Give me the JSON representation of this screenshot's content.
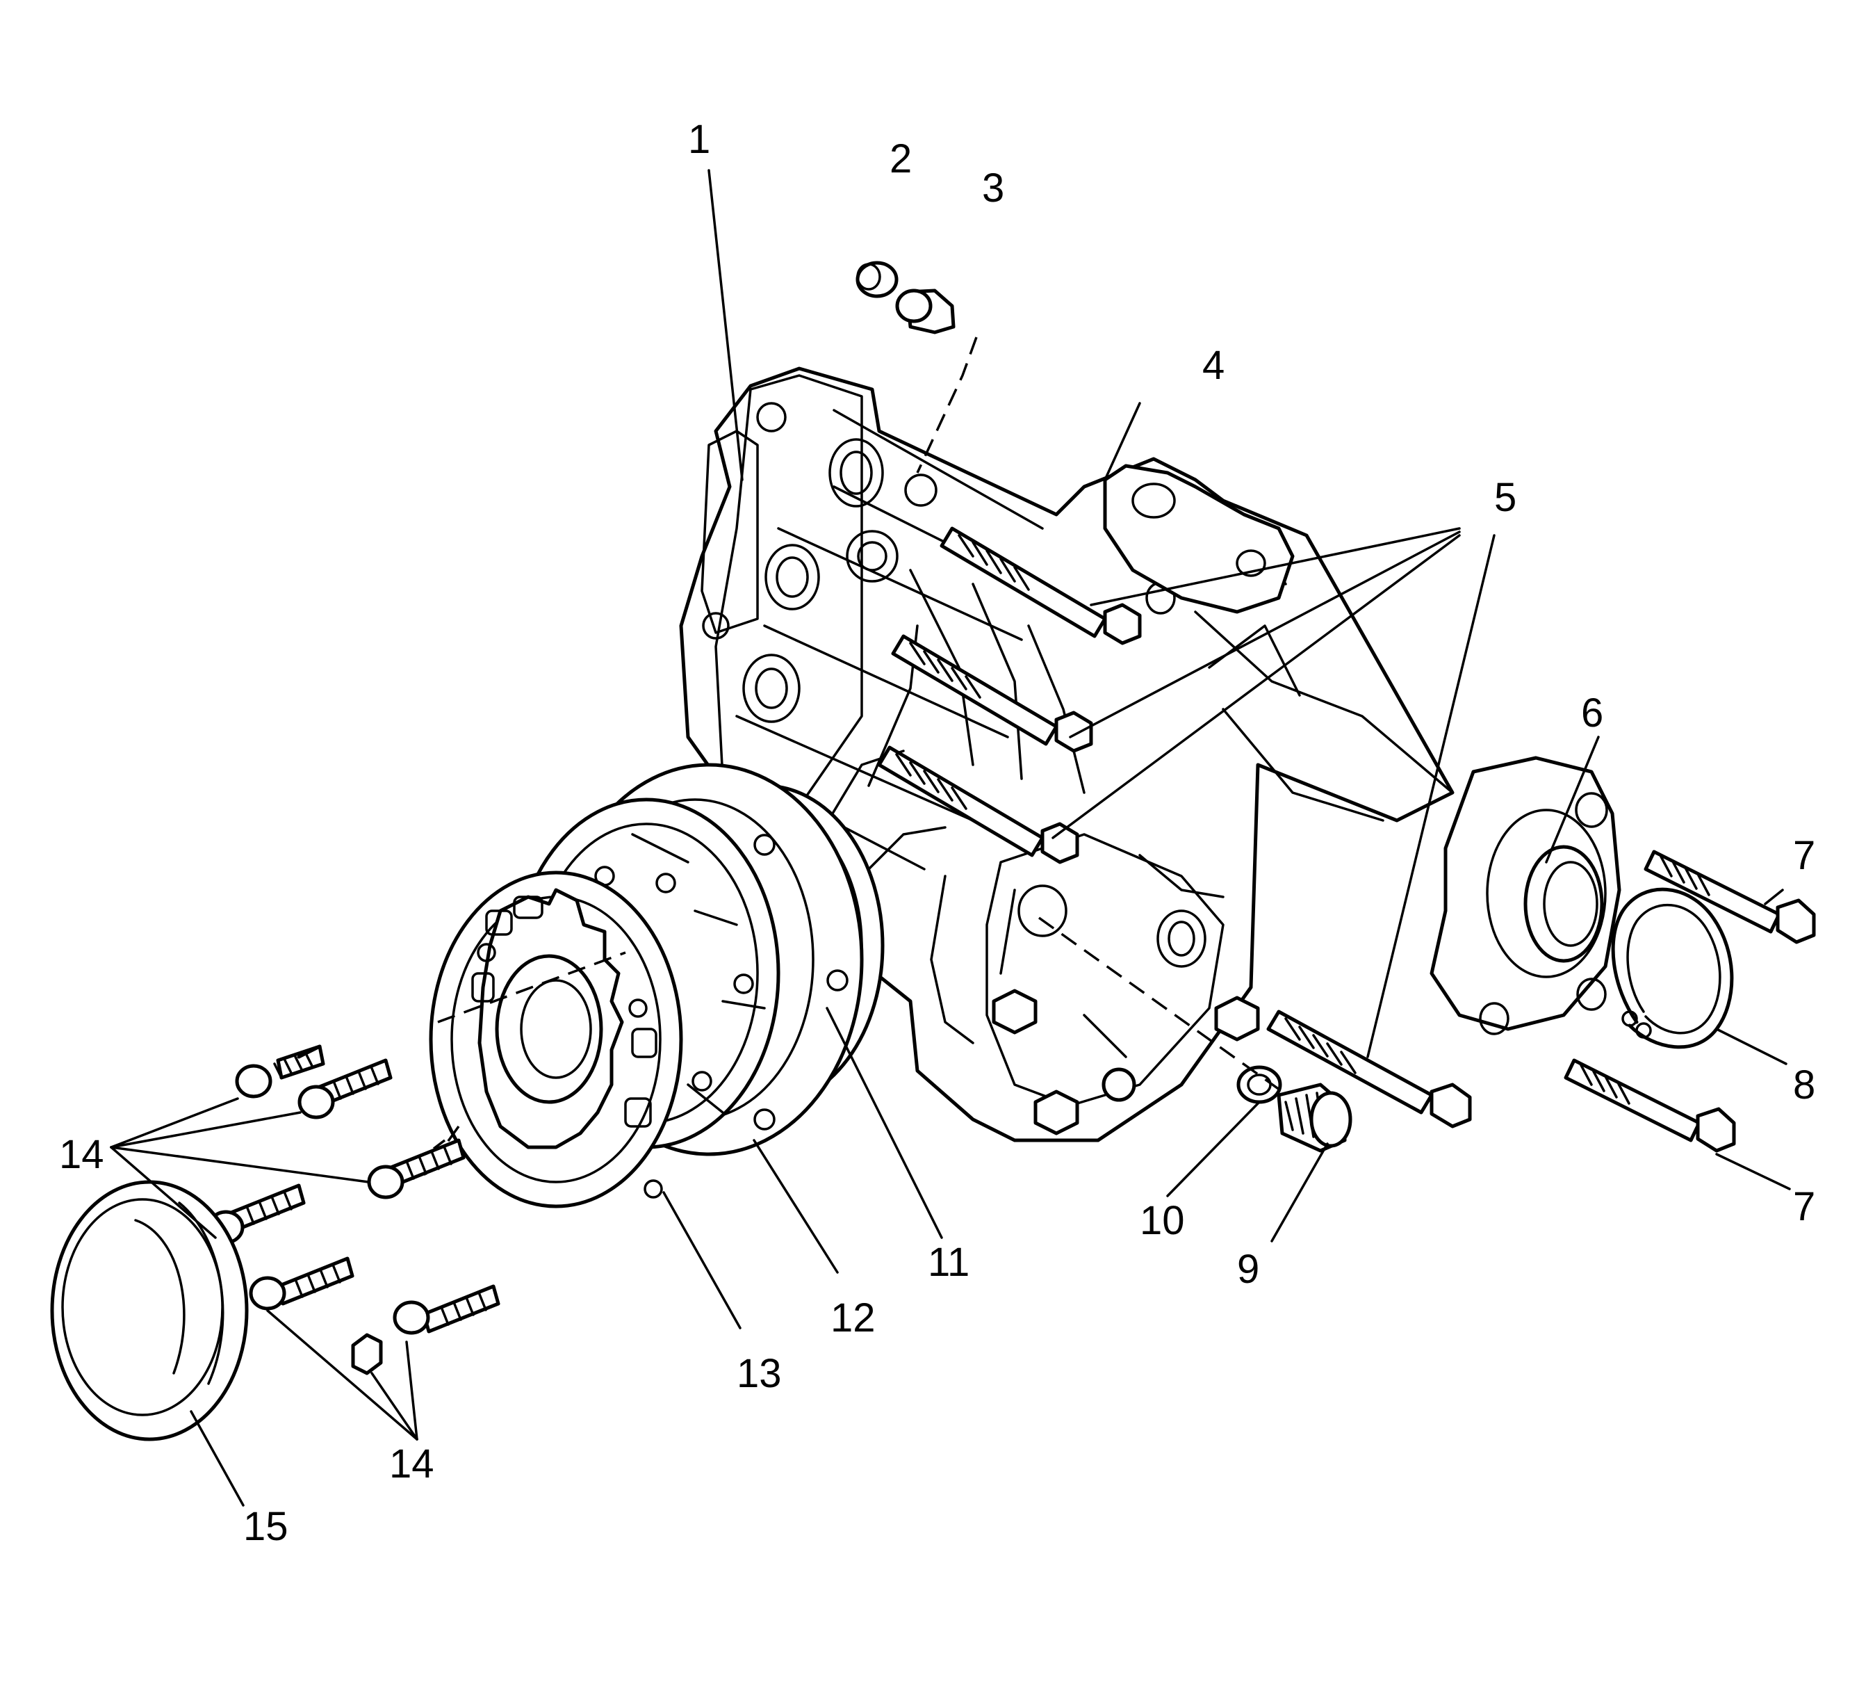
{
  "colors": {
    "line": "#000000",
    "background": "#ffffff"
  },
  "callouts": {
    "c1": "1",
    "c2": "2",
    "c3": "3",
    "c4": "4",
    "c5": "5",
    "c6": "6",
    "c7a": "7",
    "c7b": "7",
    "c8": "8",
    "c9": "9",
    "c10": "10",
    "c11": "11",
    "c12": "12",
    "c13": "13",
    "c14a": "14",
    "c14b": "14",
    "c15": "15"
  }
}
